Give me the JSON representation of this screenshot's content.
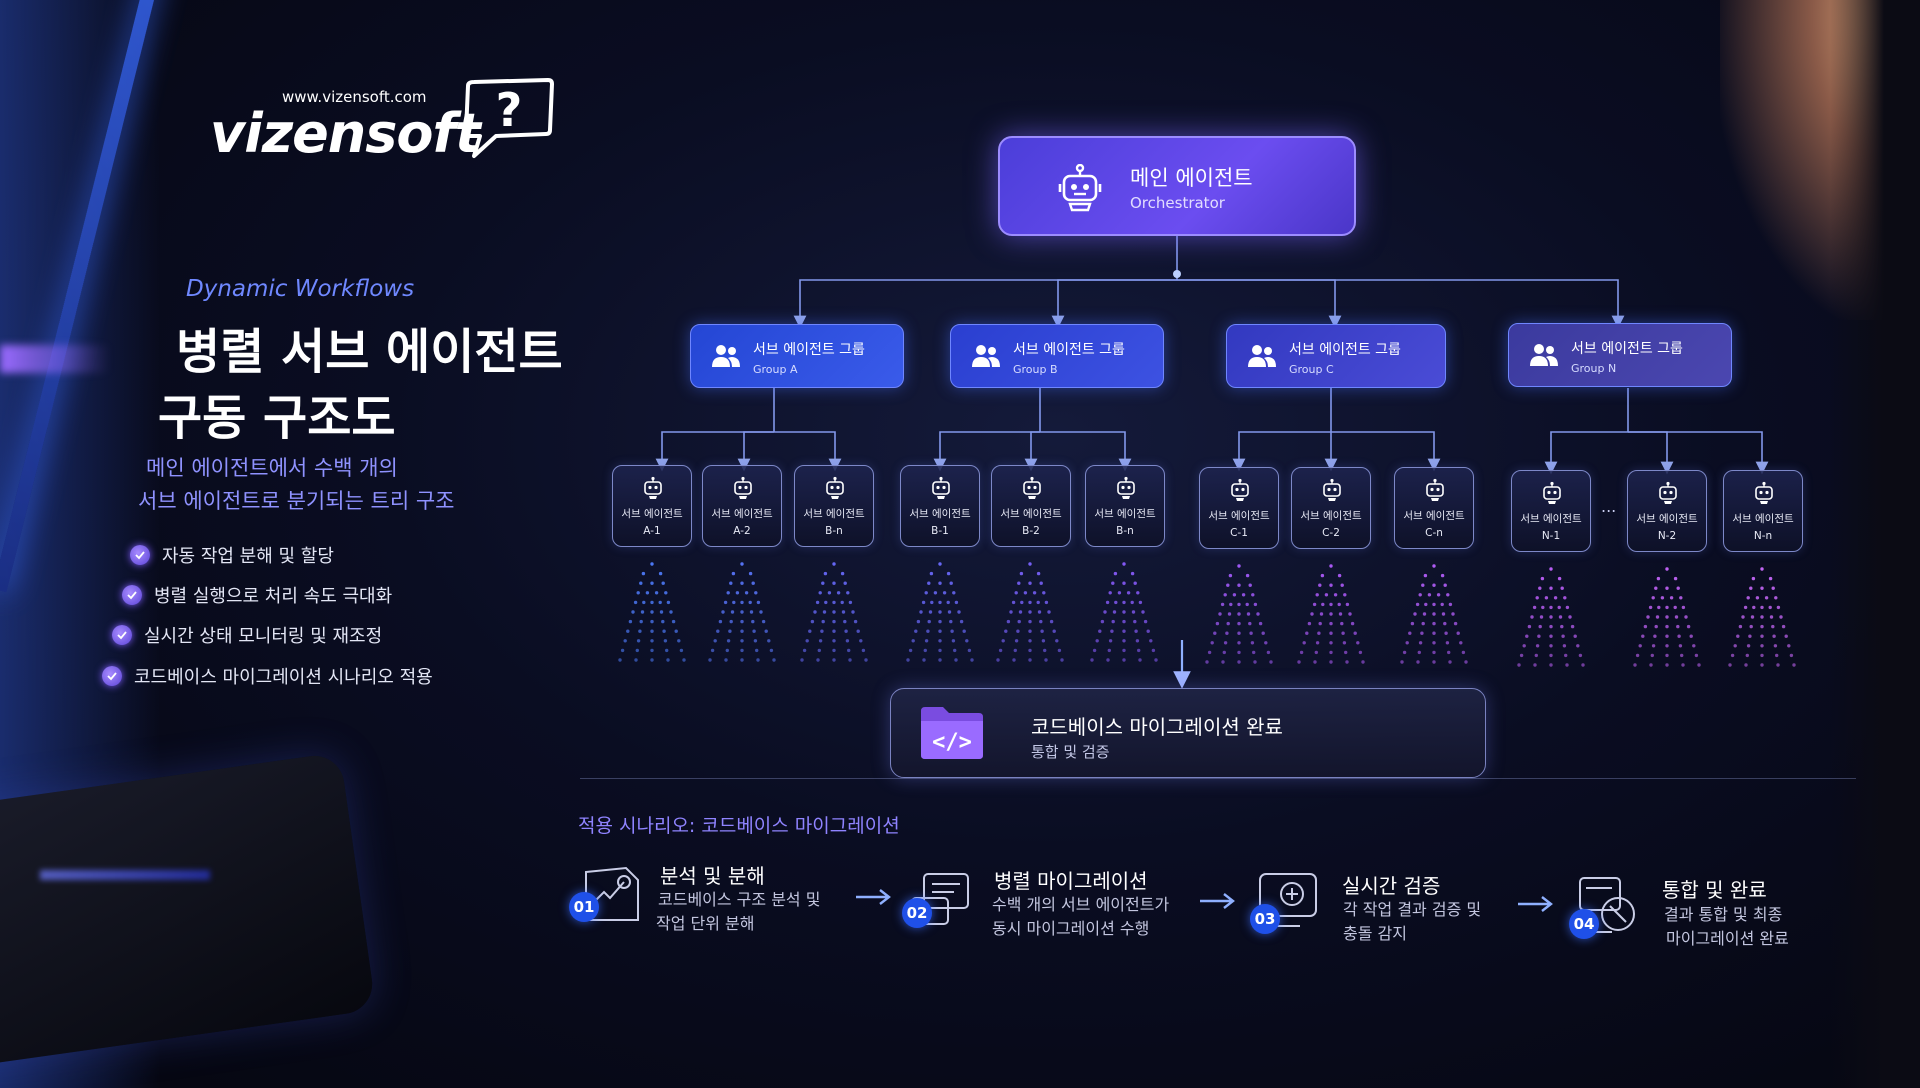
{
  "logo": {
    "url": "www.vizensoft.com",
    "wordmark": "vizensoft"
  },
  "intro": {
    "subtitle": "Dynamic Workflows",
    "title_line1": "병렬 서브 에이전트",
    "title_line2": "구동 구조도",
    "desc_line1": "메인 에이전트에서 수백 개의",
    "desc_line2": "서브 에이전트로 분기되는 트리 구조",
    "features": [
      "자동 작업 분해 및 할당",
      "병렬 실행으로 처리 속도 극대화",
      "실시간 상태 모니터링 및 재조정",
      "코드베이스 마이그레이션 시나리오 적용"
    ]
  },
  "diagram": {
    "main": {
      "title": "메인 에이전트",
      "subtitle": "Orchestrator",
      "icon": "robot-icon"
    },
    "groups": [
      {
        "title": "서브 에이전트 그룹",
        "label": "Group A",
        "color": "#2d4fd6",
        "agents": [
          {
            "title": "서브 에이전트",
            "id": "A-1"
          },
          {
            "title": "서브 에이전트",
            "id": "A-2"
          },
          {
            "title": "서브 에이전트",
            "id": "B-n"
          }
        ]
      },
      {
        "title": "서브 에이전트 그룹",
        "label": "Group B",
        "color": "#3046d4",
        "agents": [
          {
            "title": "서브 에이전트",
            "id": "B-1"
          },
          {
            "title": "서브 에이전트",
            "id": "B-2"
          },
          {
            "title": "서브 에이전트",
            "id": "B-n"
          }
        ]
      },
      {
        "title": "서브 에이전트 그룹",
        "label": "Group C",
        "color": "#3a3fc4",
        "agents": [
          {
            "title": "서브 에이전트",
            "id": "C-1"
          },
          {
            "title": "서브 에이전트",
            "id": "C-2"
          },
          {
            "title": "서브 에이전트",
            "id": "C-n"
          }
        ]
      },
      {
        "title": "서브 에이전트 그룹",
        "label": "Group N",
        "color": "#4a3ea8",
        "agents": [
          {
            "title": "서브 에이전트",
            "id": "N-1"
          },
          {
            "title": "서브 에이전트",
            "id": "N-2"
          },
          {
            "title": "서브 에이전트",
            "id": "N-n"
          }
        ]
      }
    ],
    "ellipsis": "...",
    "result": {
      "title": "코드베이스 마이그레이션 완료",
      "subtitle": "통합 및 검증",
      "icon": "code-folder-icon"
    }
  },
  "scenario": {
    "title": "적용 시나리오: 코드베이스 마이그레이션",
    "steps": [
      {
        "num": "01",
        "title": "분석 및 분해",
        "desc1": "코드베이스 구조 분석 및",
        "desc2": "작업 단위 분해",
        "icon": "document-analysis-icon"
      },
      {
        "num": "02",
        "title": "병렬 마이그레이션",
        "desc1": "수백 개의 서브 에이전트가",
        "desc2": "동시 마이그레이션 수행",
        "icon": "chat-migration-icon"
      },
      {
        "num": "03",
        "title": "실시간 검증",
        "desc1": "각 작업 결과 검증 및",
        "desc2": "충돌 감지",
        "icon": "verify-screen-icon"
      },
      {
        "num": "04",
        "title": "통합 및 완료",
        "desc1": "결과 통합 및 최종",
        "desc2": "마이그레이션 완료",
        "icon": "compass-integration-icon"
      }
    ]
  },
  "colors": {
    "accent": "#6b4df0",
    "blue": "#1f50e8",
    "line": "#7f9cff",
    "text_accent": "#8f92ff"
  }
}
